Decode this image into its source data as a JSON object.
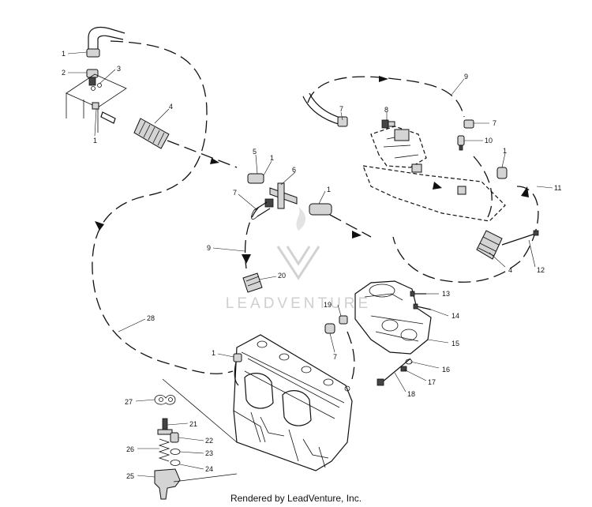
{
  "watermark": {
    "text": "LEADVENTURE",
    "color": "#c9c9c9"
  },
  "footer": {
    "credit": "Rendered by LeadVenture, Inc."
  },
  "callouts": [
    {
      "id": "c1a",
      "label": "1"
    },
    {
      "id": "c2",
      "label": "2"
    },
    {
      "id": "c3",
      "label": "3"
    },
    {
      "id": "c1b",
      "label": "1"
    },
    {
      "id": "c4a",
      "label": "4"
    },
    {
      "id": "c5",
      "label": "5"
    },
    {
      "id": "c1c",
      "label": "1"
    },
    {
      "id": "c6",
      "label": "6"
    },
    {
      "id": "c7a",
      "label": "7"
    },
    {
      "id": "c1d",
      "label": "1"
    },
    {
      "id": "c9a",
      "label": "9"
    },
    {
      "id": "c20",
      "label": "20"
    },
    {
      "id": "c28",
      "label": "28"
    },
    {
      "id": "c9b",
      "label": "9"
    },
    {
      "id": "c7b",
      "label": "7"
    },
    {
      "id": "c8",
      "label": "8"
    },
    {
      "id": "c7c",
      "label": "7"
    },
    {
      "id": "c10",
      "label": "10"
    },
    {
      "id": "c1e",
      "label": "1"
    },
    {
      "id": "c11",
      "label": "11"
    },
    {
      "id": "c4b",
      "label": "4"
    },
    {
      "id": "c12",
      "label": "12"
    },
    {
      "id": "c13",
      "label": "13"
    },
    {
      "id": "c14",
      "label": "14"
    },
    {
      "id": "c19",
      "label": "19"
    },
    {
      "id": "c15",
      "label": "15"
    },
    {
      "id": "c7d",
      "label": "7"
    },
    {
      "id": "c16",
      "label": "16"
    },
    {
      "id": "c17",
      "label": "17"
    },
    {
      "id": "c18",
      "label": "18"
    },
    {
      "id": "c1f",
      "label": "1"
    },
    {
      "id": "c27",
      "label": "27"
    },
    {
      "id": "c21",
      "label": "21"
    },
    {
      "id": "c22",
      "label": "22"
    },
    {
      "id": "c26",
      "label": "26"
    },
    {
      "id": "c23",
      "label": "23"
    },
    {
      "id": "c24",
      "label": "24"
    },
    {
      "id": "c25",
      "label": "25"
    }
  ]
}
